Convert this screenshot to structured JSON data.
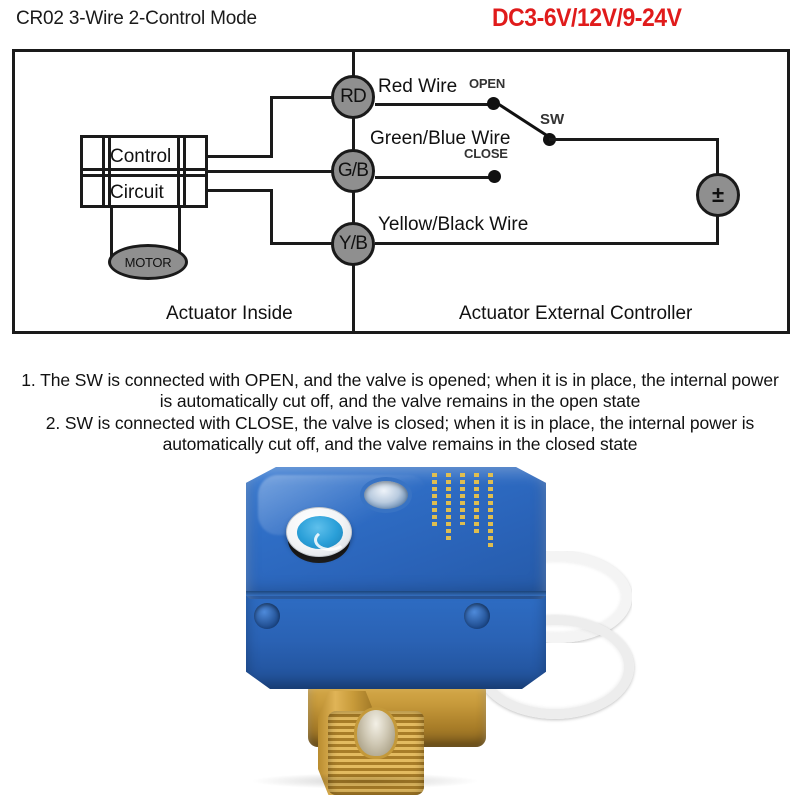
{
  "header": {
    "title": "CR02 3-Wire 2-Control Mode",
    "voltage": "DC3-6V/12V/9-24V",
    "voltage_color": "#e01b1b"
  },
  "schematic": {
    "control_box": {
      "line1": "Control",
      "line2": "Circuit"
    },
    "motor_label": "MOTOR",
    "terminals": [
      {
        "id": "rd",
        "label": "RD",
        "wire_label": "Red Wire"
      },
      {
        "id": "gb",
        "label": "G/B",
        "wire_label": "Green/Blue Wire"
      },
      {
        "id": "yb",
        "label": "Y/B",
        "wire_label": "Yellow/Black Wire"
      }
    ],
    "contacts": {
      "open": "OPEN",
      "close": "CLOSE",
      "switch": "SW"
    },
    "power_symbol": "±",
    "sections": {
      "left": "Actuator Inside",
      "right": "Actuator External Controller"
    },
    "terminal_fill": "#8f8f8f",
    "line_color": "#1a1a1a"
  },
  "notes": [
    "1. The SW is connected with OPEN, and the valve is opened; when it is in place, the internal power is automatically cut off, and the valve remains in the open state",
    "2. SW is connected with CLOSE, the valve is closed; when it is in place, the internal power is automatically cut off, and the valve remains in the closed state"
  ],
  "product_photo": {
    "body_color": "#2a63b8",
    "brass_color": "#c79a3b",
    "cable_color": "#f2f2f2",
    "label_color": "#e8c24a"
  }
}
